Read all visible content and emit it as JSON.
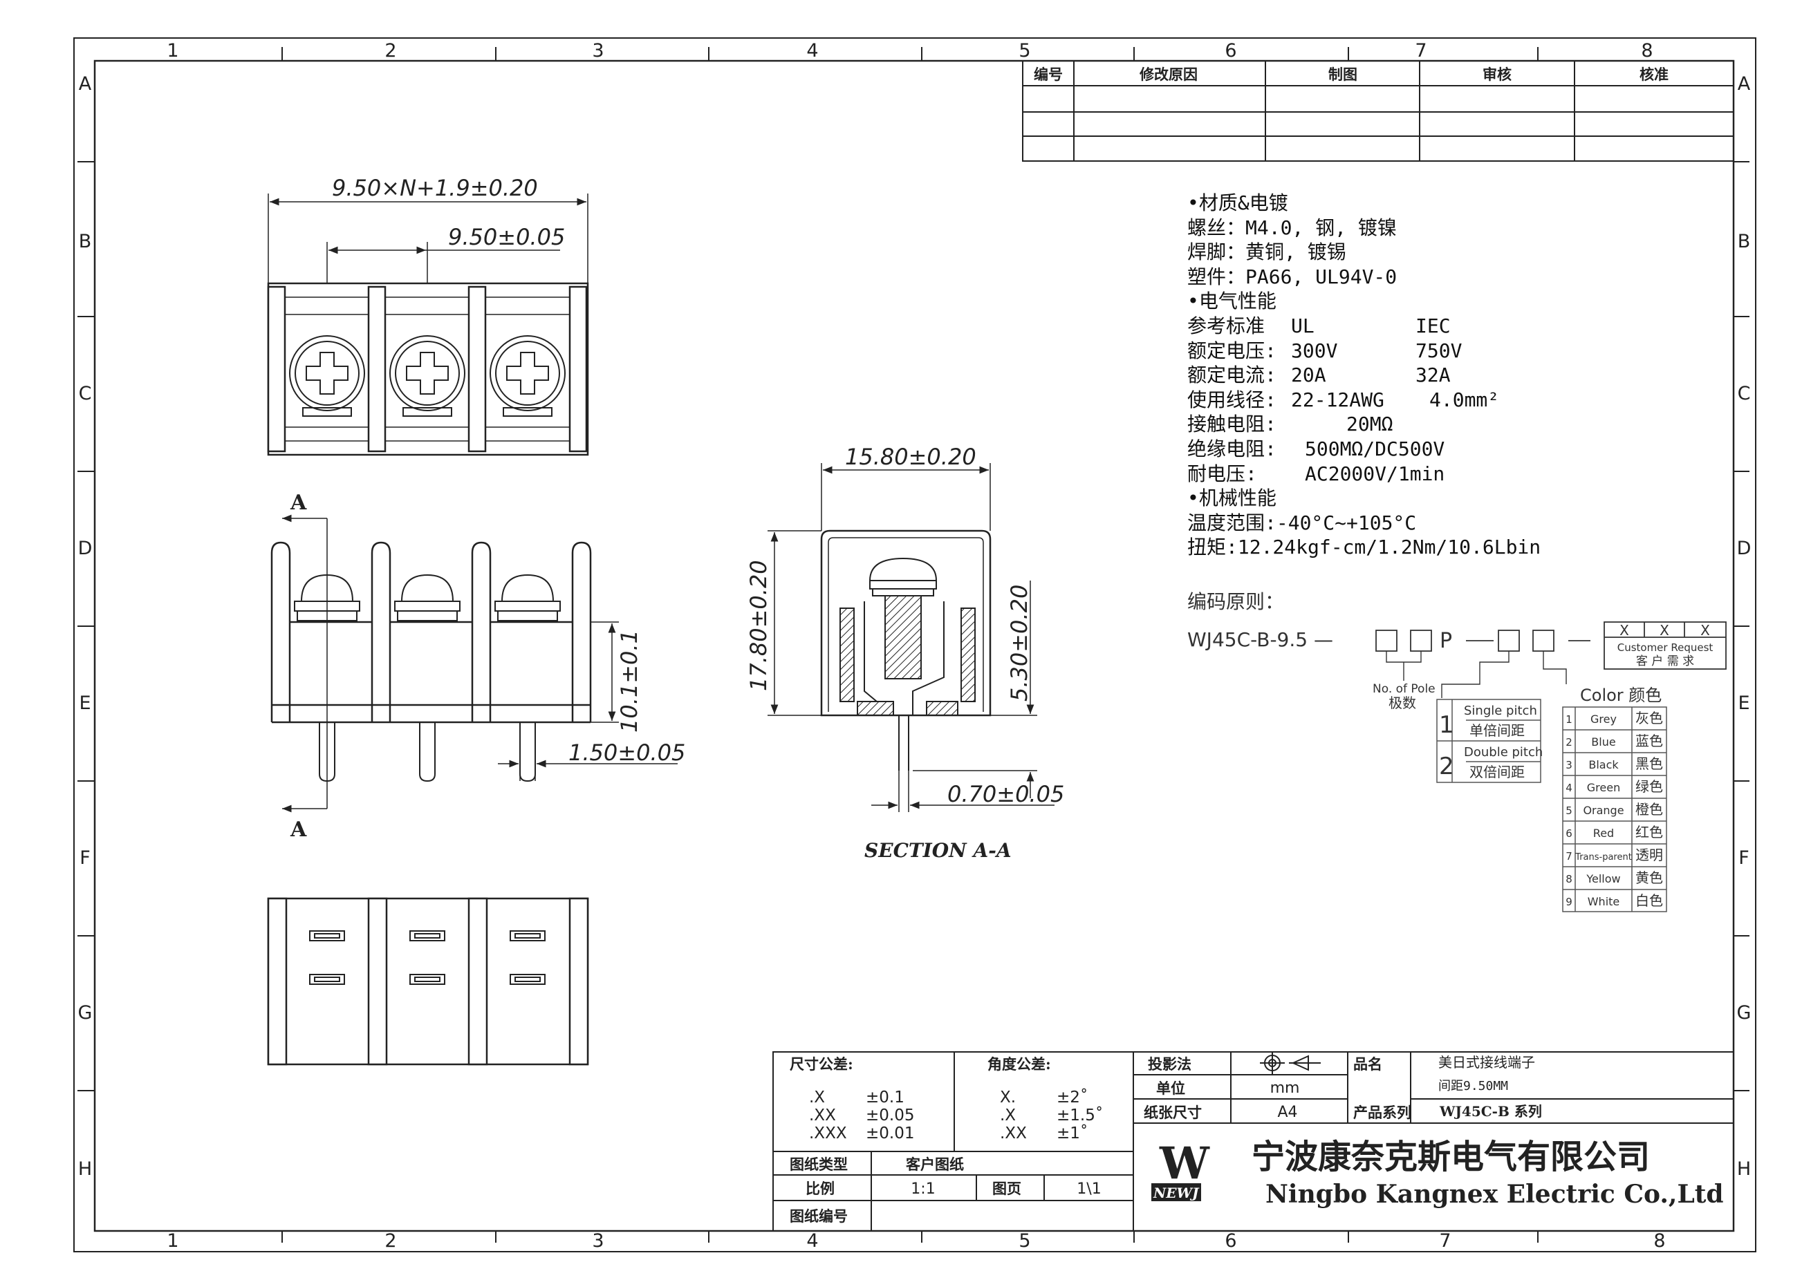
{
  "grid": {
    "columns": [
      "1",
      "2",
      "3",
      "4",
      "5",
      "6",
      "7",
      "8"
    ],
    "rows": [
      "A",
      "B",
      "C",
      "D",
      "E",
      "F",
      "G",
      "H"
    ]
  },
  "revision_table": {
    "headers": [
      "编号",
      "修改原因",
      "制图",
      "审核",
      "核准"
    ]
  },
  "dimensions": {
    "overall_width": "9.50×N+1.9±0.20",
    "pitch": "9.50±0.05",
    "pin_height": "10.1±0.1",
    "pin_width": "1.50±0.05",
    "section_width": "15.80±0.20",
    "section_height": "17.80±0.20",
    "section_pin": "5.30±0.20",
    "section_pin_thickness": "0.70±0.05"
  },
  "section": {
    "marker": "A",
    "label": "SECTION A-A"
  },
  "spec": {
    "rows": [
      {
        "a": "•材质&电镀",
        "b": "",
        "c": ""
      },
      {
        "a": "螺丝：M4.0, 钢, 镀镍",
        "b": "",
        "c": ""
      },
      {
        "a": "焊脚：黄铜, 镀锡",
        "b": "",
        "c": ""
      },
      {
        "a": "塑件：PA66, UL94V-0",
        "b": "",
        "c": ""
      },
      {
        "a": "•电气性能",
        "b": "",
        "c": ""
      },
      {
        "a": "参考标准",
        "b": "UL",
        "c": "IEC"
      },
      {
        "a": "额定电压:",
        "b": "300V",
        "c": "750V"
      },
      {
        "a": "额定电流:",
        "b": "20A",
        "c": "32A"
      },
      {
        "a": "使用线径:",
        "b": "22-12AWG",
        "c": "4.0mm²"
      },
      {
        "a": "接触电阻:",
        "b": "20MΩ",
        "c": ""
      },
      {
        "a": "绝缘电阻:",
        "b": "500MΩ/DC500V",
        "c": ""
      },
      {
        "a": "耐电压:",
        "b": "AC2000V/1min",
        "c": ""
      },
      {
        "a": "•机械性能",
        "b": "",
        "c": ""
      },
      {
        "a": "温度范围:-40°C~+105°C",
        "b": "",
        "c": ""
      },
      {
        "a": "扭矩:12.24kgf-cm/1.2Nm/10.6Lbin",
        "b": "",
        "c": ""
      }
    ]
  },
  "coding": {
    "title": "编码原则：",
    "code_prefix": "WJ45C-B-9.5 —",
    "p_letter": "P",
    "customer_x": "X",
    "customer_request_en": "Customer Request",
    "customer_request_cn": "客 户 需 求",
    "no_of_pole_en": "No. of Pole",
    "no_of_pole_cn": "极数",
    "pitch_options": [
      {
        "num": "1",
        "en": "Single pitch",
        "cn": "单倍间距"
      },
      {
        "num": "2",
        "en": "Double pitch",
        "cn": "双倍间距"
      }
    ],
    "color_title": "Color 颜色",
    "colors": [
      {
        "num": "1",
        "en": "Grey",
        "cn": "灰色"
      },
      {
        "num": "2",
        "en": "Blue",
        "cn": "蓝色"
      },
      {
        "num": "3",
        "en": "Black",
        "cn": "黑色"
      },
      {
        "num": "4",
        "en": "Green",
        "cn": "绿色"
      },
      {
        "num": "5",
        "en": "Orange",
        "cn": "橙色"
      },
      {
        "num": "6",
        "en": "Red",
        "cn": "红色"
      },
      {
        "num": "7",
        "en": "Trans-parent",
        "cn": "透明"
      },
      {
        "num": "8",
        "en": "Yellow",
        "cn": "黄色"
      },
      {
        "num": "9",
        "en": "White",
        "cn": "白色"
      }
    ]
  },
  "title_block": {
    "dim_tol_label": "尺寸公差:",
    "dim_tol": [
      {
        "k": ".X",
        "v": "±0.1"
      },
      {
        "k": ".XX",
        "v": "±0.05"
      },
      {
        "k": ".XXX",
        "v": "±0.01"
      }
    ],
    "ang_tol_label": "角度公差:",
    "ang_tol": [
      {
        "k": "X.",
        "v": "±2˚"
      },
      {
        "k": ".X",
        "v": "±1.5˚"
      },
      {
        "k": ".XX",
        "v": "±1˚"
      }
    ],
    "projection_label": "投影法",
    "unit_label": "单位",
    "unit_value": "mm",
    "paper_label": "纸张尺寸",
    "paper_value": "A4",
    "name_label": "品名",
    "name_value": "美日式接线端子",
    "name_value2": "间距9.50MM",
    "series_label": "产品系列",
    "series_value": "WJ45C-B 系列",
    "drawing_type_label": "图纸类型",
    "drawing_type_value": "客户图纸",
    "scale_label": "比例",
    "scale_value": "1:1",
    "page_label": "图页",
    "page_value": "1\\1",
    "drawing_no_label": "图纸编号",
    "company_cn": "宁波康奈克斯电气有限公司",
    "company_en": "Ningbo Kangnex Electric Co.,Ltd",
    "logo_letters": "W",
    "logo_sub": "NEWJ"
  }
}
